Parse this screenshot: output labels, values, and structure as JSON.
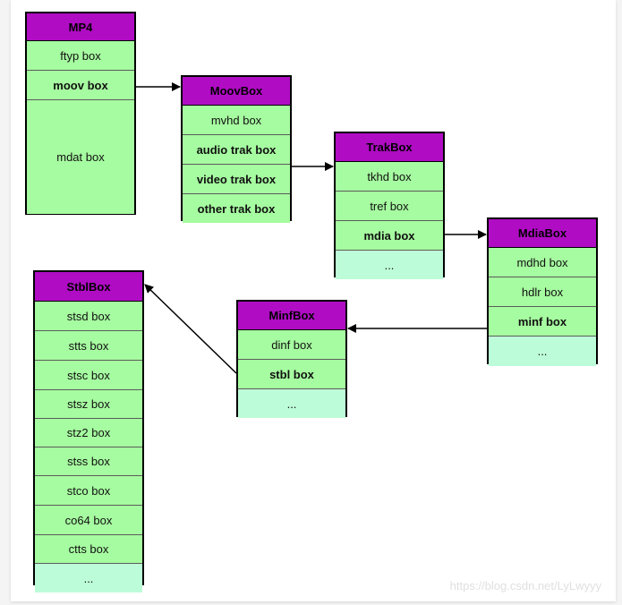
{
  "mp4": {
    "title": "MP4",
    "rows": [
      "ftyp box",
      "moov box",
      "mdat box"
    ]
  },
  "moov": {
    "title": "MoovBox",
    "rows": [
      "mvhd box",
      "audio trak box",
      "video trak box",
      "other trak box"
    ]
  },
  "trak": {
    "title": "TrakBox",
    "rows": [
      "tkhd box",
      "tref box",
      "mdia box",
      "..."
    ]
  },
  "mdia": {
    "title": "MdiaBox",
    "rows": [
      "mdhd box",
      "hdlr box",
      "minf box",
      "..."
    ]
  },
  "minf": {
    "title": "MinfBox",
    "rows": [
      "dinf box",
      "stbl box",
      "..."
    ]
  },
  "stbl": {
    "title": "StblBox",
    "rows": [
      "stsd box",
      "stts box",
      "stsc box",
      "stsz box",
      "stz2 box",
      "stss box",
      "stco box",
      "co64 box",
      "ctts box",
      "..."
    ]
  },
  "watermark": "https://blog.csdn.net/LyLwyyy",
  "colors": {
    "header": "#b00cc4",
    "row": "#a6fca0",
    "ellipsis_row": "#bdfcd8"
  }
}
